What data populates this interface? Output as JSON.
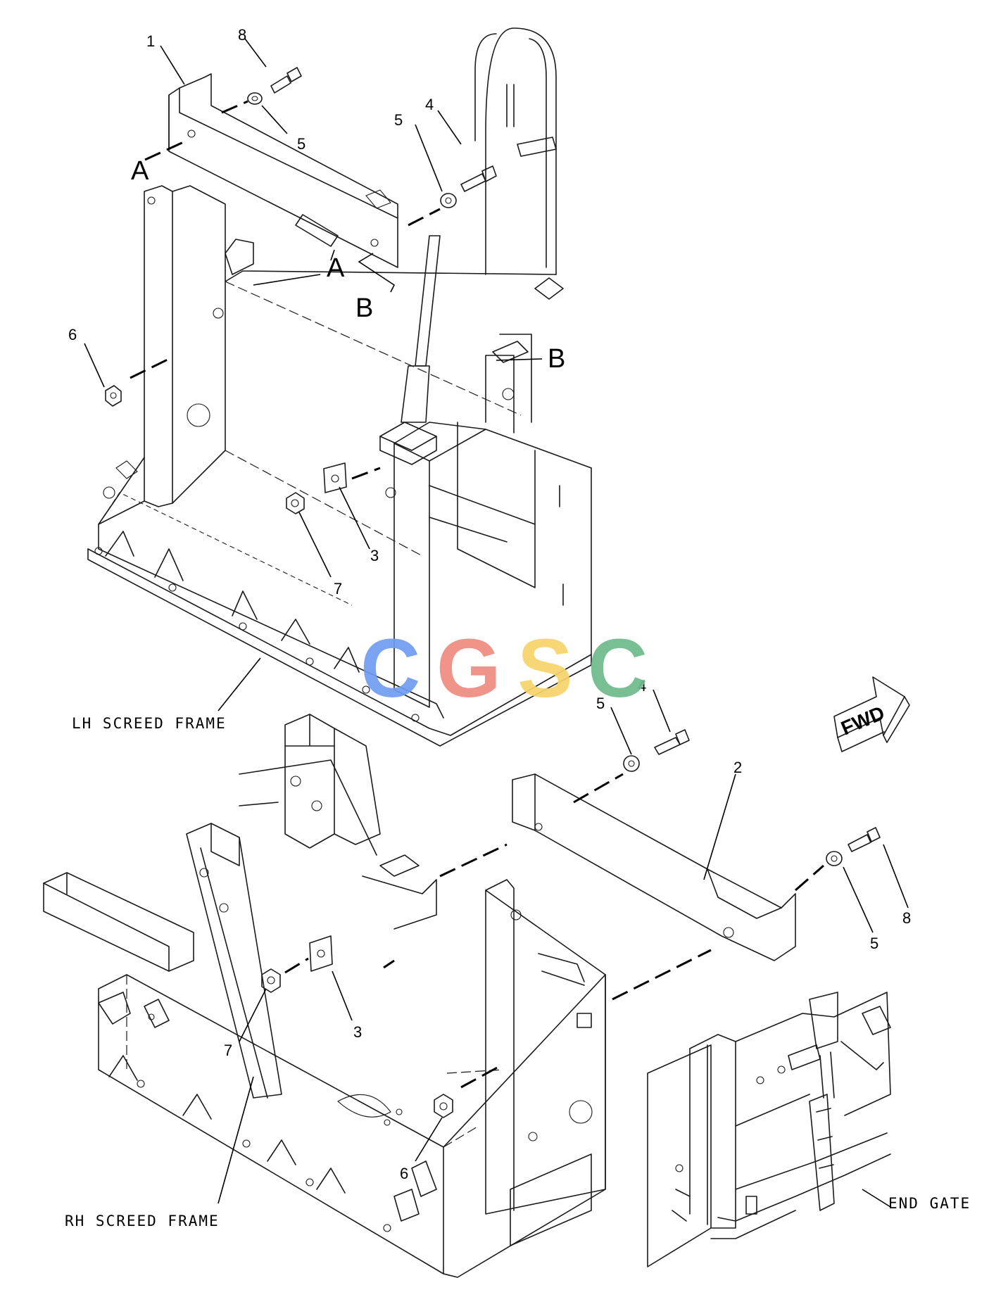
{
  "callouts": {
    "c1": "1",
    "c2": "2",
    "c3a": "3",
    "c3b": "3",
    "c4a": "4",
    "c4b": "4",
    "c5a": "5",
    "c5b": "5",
    "c5c": "5",
    "c5d": "5",
    "c6a": "6",
    "c6b": "6",
    "c7a": "7",
    "c7b": "7",
    "c8a": "8",
    "c8b": "8"
  },
  "section_labels": {
    "a1": "A",
    "a2": "A",
    "b1": "B",
    "b2": "B"
  },
  "captions": {
    "lh_frame": "LH SCREED FRAME",
    "rh_frame": "RH SCREED FRAME",
    "end_gate": "END GATE"
  },
  "direction_arrow": "FWD",
  "watermark": {
    "letters": [
      "C",
      "G",
      "S",
      "C"
    ],
    "colors": [
      "#6f9cf0",
      "#ef8a80",
      "#f7d46a",
      "#6dbb8c"
    ]
  }
}
